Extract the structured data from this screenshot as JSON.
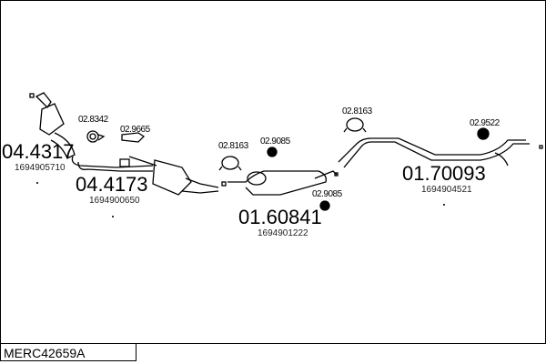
{
  "diagram_code": "MERC42659A",
  "parts": [
    {
      "number": "04.4317",
      "oem": "1694905710"
    },
    {
      "number": "04.4173",
      "oem": "1694900650"
    },
    {
      "number": "01.60841",
      "oem": "1694901222"
    },
    {
      "number": "01.70093",
      "oem": "1694904521"
    }
  ],
  "accessories": [
    "02.8342",
    "02.9665",
    "02.8163",
    "02.9085",
    "02.9085",
    "02.8163",
    "02.9522"
  ]
}
